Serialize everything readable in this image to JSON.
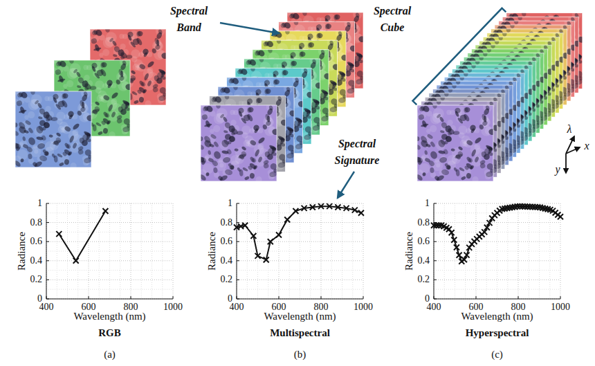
{
  "diagram": {
    "labels": [
      "Spectral Band",
      "Spectral Signature",
      "Spectral Cube",
      "λ",
      "x",
      "y",
      "0",
      "0.2",
      "0.4",
      "0.6",
      "0.8",
      "1",
      "400",
      "600",
      "800",
      "1000",
      "Radiance",
      "Wavelength (nm)",
      "RGB",
      "(a)",
      "0",
      "0.2",
      "0.4",
      "0.6",
      "0.8",
      "1",
      "400",
      "600",
      "800",
      "1000",
      "Radiance",
      "Wavelength (nm)",
      "Multispectral",
      "(b)",
      "0",
      "0.2",
      "0.4",
      "0.6",
      "0.8",
      "1",
      "400",
      "600",
      "800",
      "1000",
      "Radiance",
      "Wavelength (nm)",
      "Hyperspectral",
      "(c)"
    ]
  }
}
